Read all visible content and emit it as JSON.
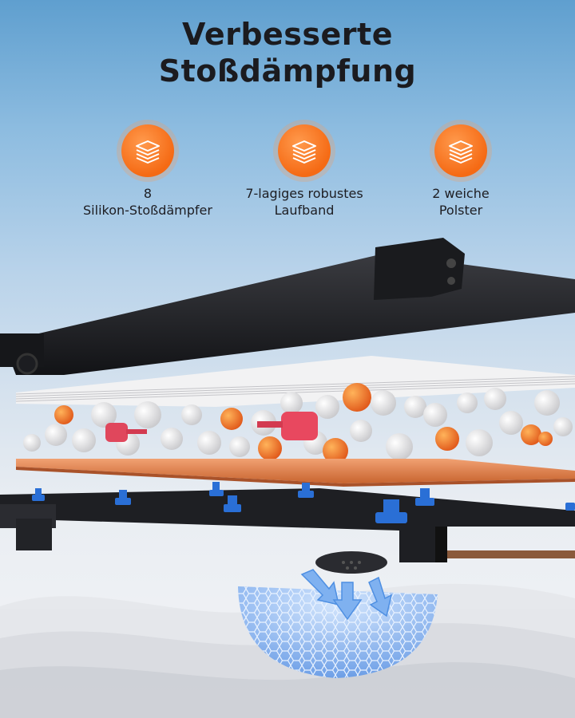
{
  "title": {
    "line1": "Verbesserte",
    "line2": "Stoßdämpfung"
  },
  "features": [
    {
      "icon": "layers-icon",
      "line1": "8",
      "line2": "Silikon-Stoßdämpfer"
    },
    {
      "icon": "layers-icon",
      "line1": "7-lagiges robustes",
      "line2": "Laufband"
    },
    {
      "icon": "layers-icon",
      "line1": "2 weiche",
      "line2": "Polster"
    }
  ],
  "colors": {
    "accent": "#f56a14",
    "frame": "#1e1f23",
    "bumper": "#2a6fd6",
    "belt_board": "#e0844c"
  }
}
